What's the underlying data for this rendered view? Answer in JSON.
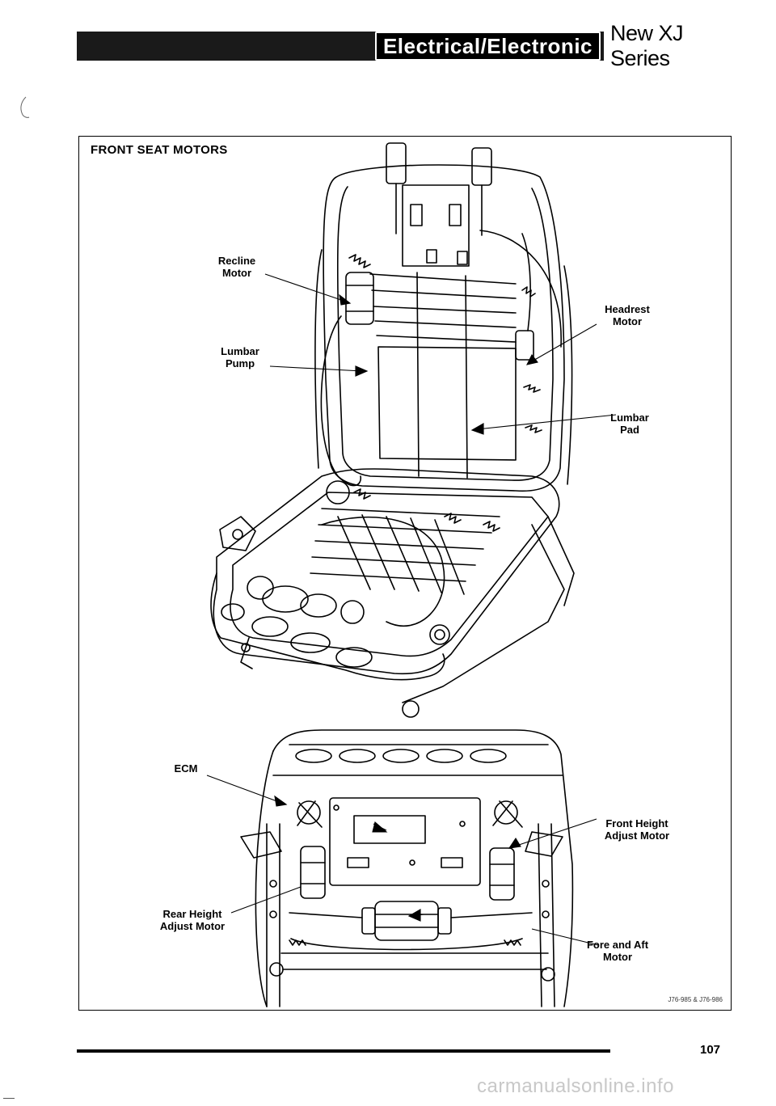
{
  "header": {
    "section": "Electrical/Electronic",
    "series": "New XJ Series"
  },
  "figure": {
    "title": "FRONT SEAT MOTORS",
    "labels": {
      "recline_motor": "Recline\nMotor",
      "lumbar_pump": "Lumbar\nPump",
      "headrest_motor": "Headrest\nMotor",
      "lumbar_pad": "Lumbar\nPad",
      "ecm": "ECM",
      "front_height": "Front Height\nAdjust Motor",
      "rear_height": "Rear Height\nAdjust Motor",
      "fore_aft": "Fore and Aft\nMotor"
    },
    "ref_code": "J76-985 & J76-986"
  },
  "footer": {
    "page_number": "107",
    "watermark": "carmanualsonline.info"
  }
}
